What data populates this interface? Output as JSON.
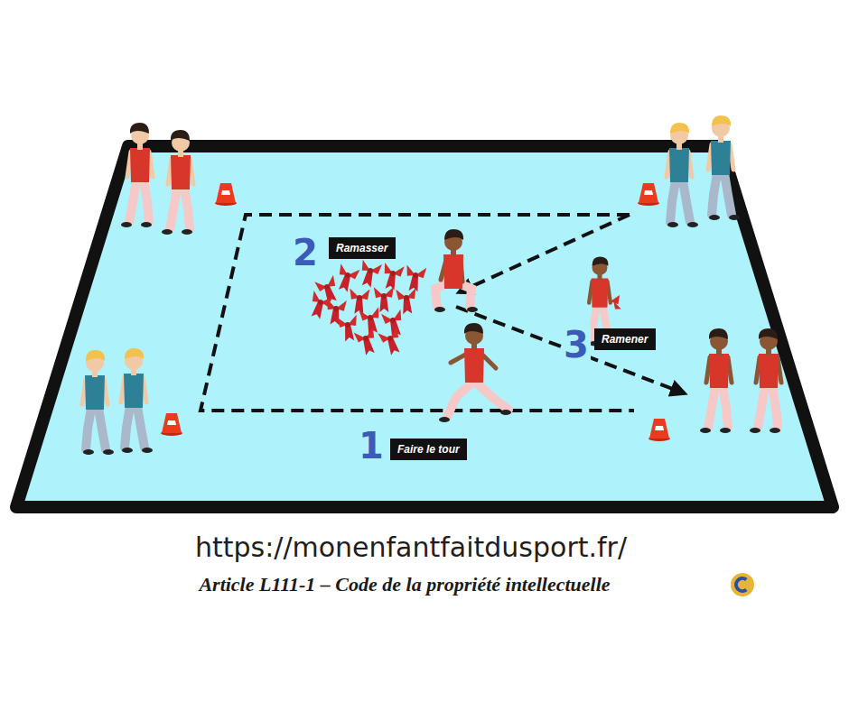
{
  "diagram": {
    "nodes": [
      {
        "text": [
          "Ramasser"
        ]
      },
      {
        "text": [
          "Ramener"
        ]
      },
      {
        "text": [
          "Faire le tour"
        ]
      }
    ],
    "labels": [
      "2",
      "3",
      "1",
      "https://monenfantfaitdusport.fr/",
      "Article L111-1 – Code de la propriété intellectuelle"
    ]
  }
}
